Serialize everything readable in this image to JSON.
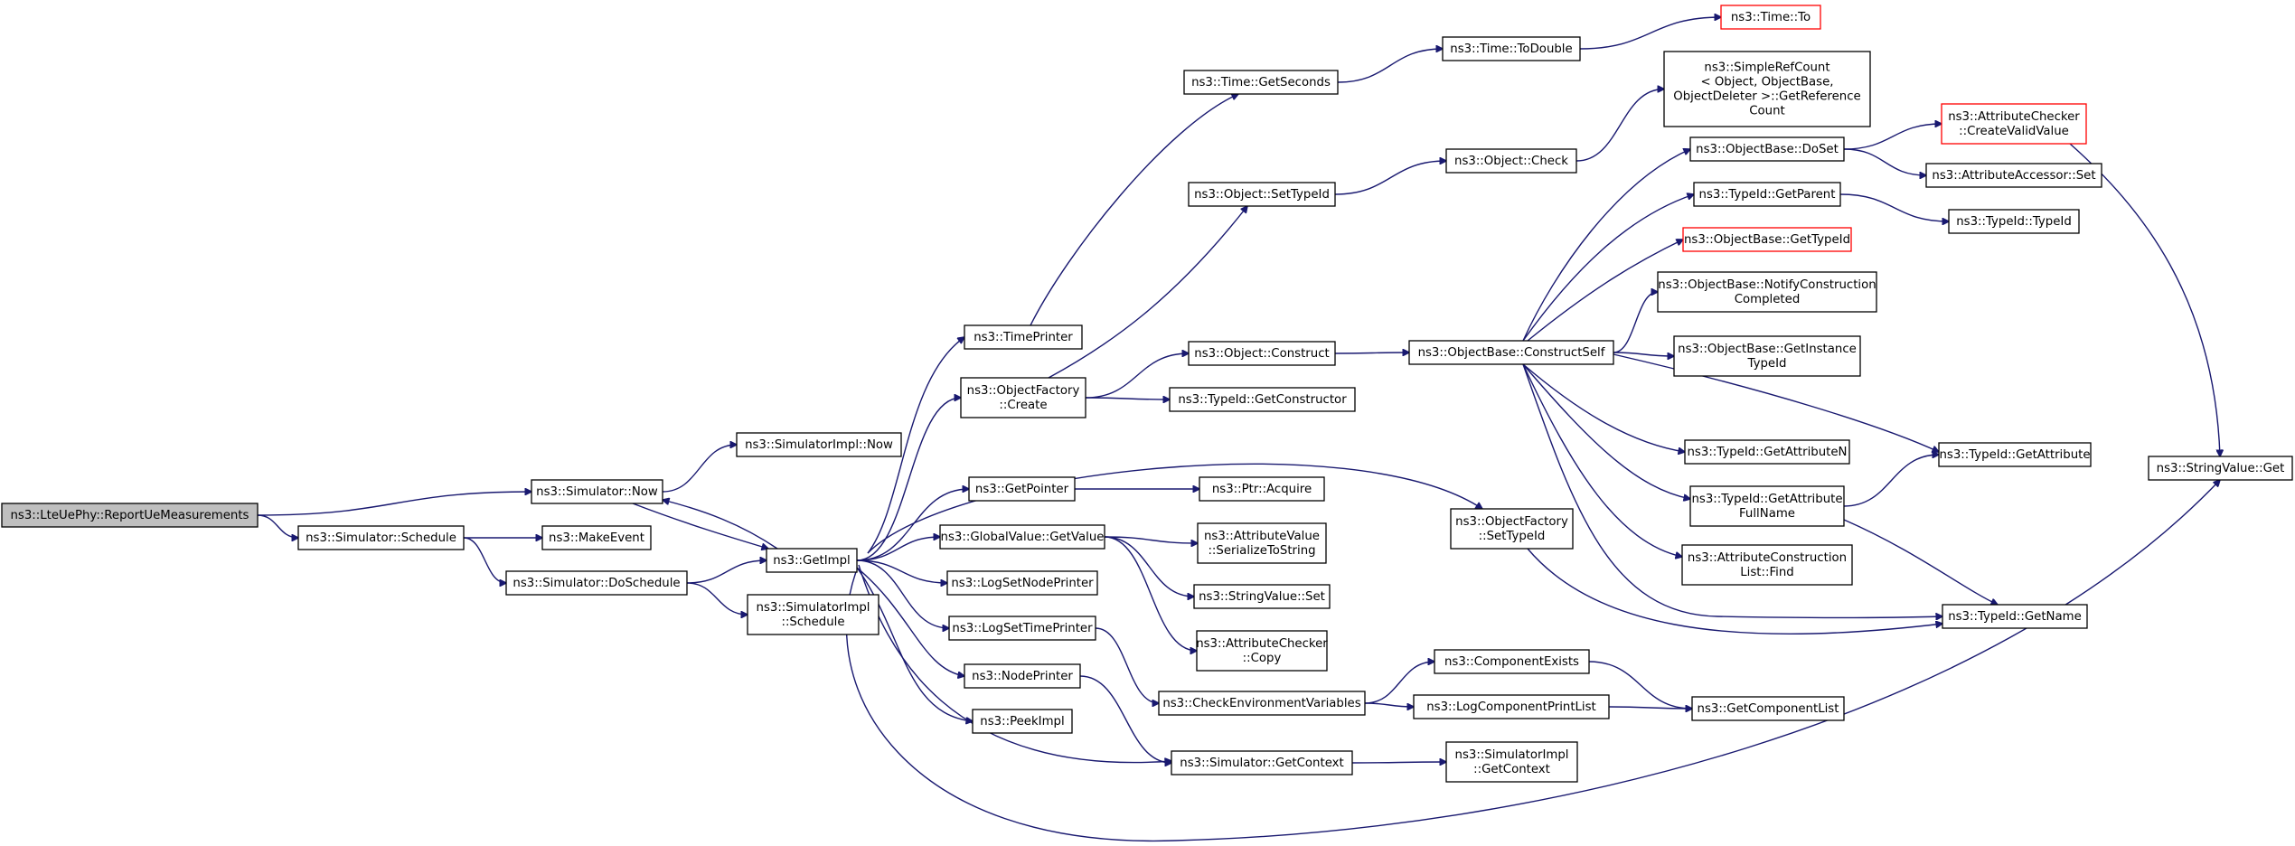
{
  "diagram": {
    "nodes": [
      {
        "id": "ReportUeMeasurements",
        "lines": [
          "ns3::LteUePhy::ReportUeMeasurements"
        ],
        "root": true
      },
      {
        "id": "SimNow",
        "lines": [
          "ns3::Simulator::Now"
        ]
      },
      {
        "id": "SimSchedule",
        "lines": [
          "ns3::Simulator::Schedule"
        ]
      },
      {
        "id": "SimImplNow",
        "lines": [
          "ns3::SimulatorImpl::Now"
        ]
      },
      {
        "id": "MakeEvent",
        "lines": [
          "ns3::MakeEvent"
        ]
      },
      {
        "id": "DoSchedule",
        "lines": [
          "ns3::Simulator::DoSchedule"
        ]
      },
      {
        "id": "GetImpl",
        "lines": [
          "ns3::GetImpl"
        ]
      },
      {
        "id": "SimImplSchedule",
        "lines": [
          "ns3::SimulatorImpl",
          "::Schedule"
        ]
      },
      {
        "id": "TimePrinter",
        "lines": [
          "ns3::TimePrinter"
        ]
      },
      {
        "id": "ObjFactoryCreate",
        "lines": [
          "ns3::ObjectFactory",
          "::Create"
        ]
      },
      {
        "id": "GetPointer",
        "lines": [
          "ns3::GetPointer"
        ]
      },
      {
        "id": "GVGetValue",
        "lines": [
          "ns3::GlobalValue::GetValue"
        ]
      },
      {
        "id": "LogSetNodePrinter",
        "lines": [
          "ns3::LogSetNodePrinter"
        ]
      },
      {
        "id": "LogSetTimePrinter",
        "lines": [
          "ns3::LogSetTimePrinter"
        ]
      },
      {
        "id": "NodePrinter",
        "lines": [
          "ns3::NodePrinter"
        ]
      },
      {
        "id": "PeekImpl",
        "lines": [
          "ns3::PeekImpl"
        ]
      },
      {
        "id": "TimeGetSeconds",
        "lines": [
          "ns3::Time::GetSeconds"
        ]
      },
      {
        "id": "ObjSetTypeId",
        "lines": [
          "ns3::Object::SetTypeId"
        ]
      },
      {
        "id": "ObjConstruct",
        "lines": [
          "ns3::Object::Construct"
        ]
      },
      {
        "id": "TypeIdGetCtor",
        "lines": [
          "ns3::TypeId::GetConstructor"
        ]
      },
      {
        "id": "PtrAcquire",
        "lines": [
          "ns3::Ptr::Acquire"
        ]
      },
      {
        "id": "AVSerialize",
        "lines": [
          "ns3::AttributeValue",
          "::SerializeToString"
        ]
      },
      {
        "id": "StrValSet",
        "lines": [
          "ns3::StringValue::Set"
        ]
      },
      {
        "id": "ACCopy",
        "lines": [
          "ns3::AttributeChecker",
          "::Copy"
        ]
      },
      {
        "id": "CheckEnv",
        "lines": [
          "ns3::CheckEnvironmentVariables"
        ]
      },
      {
        "id": "SimGetContext",
        "lines": [
          "ns3::Simulator::GetContext"
        ]
      },
      {
        "id": "TimeToDouble",
        "lines": [
          "ns3::Time::ToDouble"
        ]
      },
      {
        "id": "ObjCheck",
        "lines": [
          "ns3::Object::Check"
        ]
      },
      {
        "id": "ObjBaseConstructSelf",
        "lines": [
          "ns3::ObjectBase::ConstructSelf"
        ]
      },
      {
        "id": "OFSetTypeId",
        "lines": [
          "ns3::ObjectFactory",
          "::SetTypeId"
        ]
      },
      {
        "id": "CompExists",
        "lines": [
          "ns3::ComponentExists"
        ]
      },
      {
        "id": "LogCompPrintList",
        "lines": [
          "ns3::LogComponentPrintList"
        ]
      },
      {
        "id": "SimImplGetContext",
        "lines": [
          "ns3::SimulatorImpl",
          "::GetContext"
        ]
      },
      {
        "id": "TimeTo",
        "lines": [
          "ns3::Time::To"
        ],
        "red": true
      },
      {
        "id": "GetReferenceCount",
        "lines": [
          "ns3::SimpleRefCount",
          "< Object, ObjectBase,",
          "ObjectDeleter >::GetReference",
          "Count"
        ]
      },
      {
        "id": "OBDoSet",
        "lines": [
          "ns3::ObjectBase::DoSet"
        ]
      },
      {
        "id": "TypeIdGetParent",
        "lines": [
          "ns3::TypeId::GetParent"
        ]
      },
      {
        "id": "OBGetTypeId",
        "lines": [
          "ns3::ObjectBase::GetTypeId"
        ],
        "red": true
      },
      {
        "id": "OBNotify",
        "lines": [
          "ns3::ObjectBase::NotifyConstruction",
          "Completed"
        ]
      },
      {
        "id": "OBGetInstance",
        "lines": [
          "ns3::ObjectBase::GetInstance",
          "TypeId"
        ]
      },
      {
        "id": "TIGetAttrN",
        "lines": [
          "ns3::TypeId::GetAttributeN"
        ]
      },
      {
        "id": "TIGetAttrFullName",
        "lines": [
          "ns3::TypeId::GetAttribute",
          "FullName"
        ]
      },
      {
        "id": "ACLFind",
        "lines": [
          "ns3::AttributeConstruction",
          "List::Find"
        ]
      },
      {
        "id": "GetComponentList",
        "lines": [
          "ns3::GetComponentList"
        ]
      },
      {
        "id": "ACCreateValid",
        "lines": [
          "ns3::AttributeChecker",
          "::CreateValidValue"
        ],
        "red": true
      },
      {
        "id": "AASet",
        "lines": [
          "ns3::AttributeAccessor::Set"
        ]
      },
      {
        "id": "TITypeId",
        "lines": [
          "ns3::TypeId::TypeId"
        ]
      },
      {
        "id": "TIGetAttribute",
        "lines": [
          "ns3::TypeId::GetAttribute"
        ]
      },
      {
        "id": "TIGetName",
        "lines": [
          "ns3::TypeId::GetName"
        ]
      },
      {
        "id": "StrValGet",
        "lines": [
          "ns3::StringValue::Get"
        ]
      }
    ],
    "edges": [
      [
        "ReportUeMeasurements",
        "SimNow"
      ],
      [
        "ReportUeMeasurements",
        "SimSchedule"
      ],
      [
        "SimNow",
        "SimImplNow"
      ],
      [
        "SimNow",
        "GetImpl"
      ],
      [
        "SimSchedule",
        "MakeEvent"
      ],
      [
        "SimSchedule",
        "DoSchedule"
      ],
      [
        "DoSchedule",
        "GetImpl"
      ],
      [
        "DoSchedule",
        "SimImplSchedule"
      ],
      [
        "GetImpl",
        "SimNow"
      ],
      [
        "GetImpl",
        "TimePrinter"
      ],
      [
        "GetImpl",
        "ObjFactoryCreate"
      ],
      [
        "GetImpl",
        "OFSetTypeId"
      ],
      [
        "GetImpl",
        "GetPointer"
      ],
      [
        "GetImpl",
        "GVGetValue"
      ],
      [
        "GetImpl",
        "LogSetNodePrinter"
      ],
      [
        "GetImpl",
        "LogSetTimePrinter"
      ],
      [
        "GetImpl",
        "NodePrinter"
      ],
      [
        "GetImpl",
        "PeekImpl"
      ],
      [
        "GetImpl",
        "SimGetContext"
      ],
      [
        "GetImpl",
        "StrValGet"
      ],
      [
        "TimePrinter",
        "TimeGetSeconds"
      ],
      [
        "ObjFactoryCreate",
        "ObjSetTypeId"
      ],
      [
        "ObjFactoryCreate",
        "ObjConstruct"
      ],
      [
        "ObjFactoryCreate",
        "TypeIdGetCtor"
      ],
      [
        "GetPointer",
        "PtrAcquire"
      ],
      [
        "GVGetValue",
        "AVSerialize"
      ],
      [
        "GVGetValue",
        "StrValSet"
      ],
      [
        "GVGetValue",
        "ACCopy"
      ],
      [
        "LogSetTimePrinter",
        "CheckEnv"
      ],
      [
        "NodePrinter",
        "SimGetContext"
      ],
      [
        "TimeGetSeconds",
        "TimeToDouble"
      ],
      [
        "TimeToDouble",
        "TimeTo"
      ],
      [
        "ObjSetTypeId",
        "ObjCheck"
      ],
      [
        "ObjCheck",
        "GetReferenceCount"
      ],
      [
        "ObjConstruct",
        "ObjBaseConstructSelf"
      ],
      [
        "ObjBaseConstructSelf",
        "OBDoSet"
      ],
      [
        "ObjBaseConstructSelf",
        "TypeIdGetParent"
      ],
      [
        "ObjBaseConstructSelf",
        "OBGetTypeId"
      ],
      [
        "ObjBaseConstructSelf",
        "OBNotify"
      ],
      [
        "ObjBaseConstructSelf",
        "OBGetInstance"
      ],
      [
        "ObjBaseConstructSelf",
        "TIGetAttribute"
      ],
      [
        "ObjBaseConstructSelf",
        "TIGetAttrN"
      ],
      [
        "ObjBaseConstructSelf",
        "TIGetAttrFullName"
      ],
      [
        "ObjBaseConstructSelf",
        "ACLFind"
      ],
      [
        "ObjBaseConstructSelf",
        "TIGetName"
      ],
      [
        "OFSetTypeId",
        "TIGetName"
      ],
      [
        "CheckEnv",
        "CompExists"
      ],
      [
        "CheckEnv",
        "LogCompPrintList"
      ],
      [
        "CompExists",
        "GetComponentList"
      ],
      [
        "LogCompPrintList",
        "GetComponentList"
      ],
      [
        "SimGetContext",
        "SimImplGetContext"
      ],
      [
        "OBDoSet",
        "ACCreateValid"
      ],
      [
        "OBDoSet",
        "AASet"
      ],
      [
        "TypeIdGetParent",
        "TITypeId"
      ],
      [
        "TIGetAttrFullName",
        "TIGetAttribute"
      ],
      [
        "TIGetAttrFullName",
        "TIGetName"
      ],
      [
        "ACCreateValid",
        "StrValGet"
      ]
    ]
  }
}
